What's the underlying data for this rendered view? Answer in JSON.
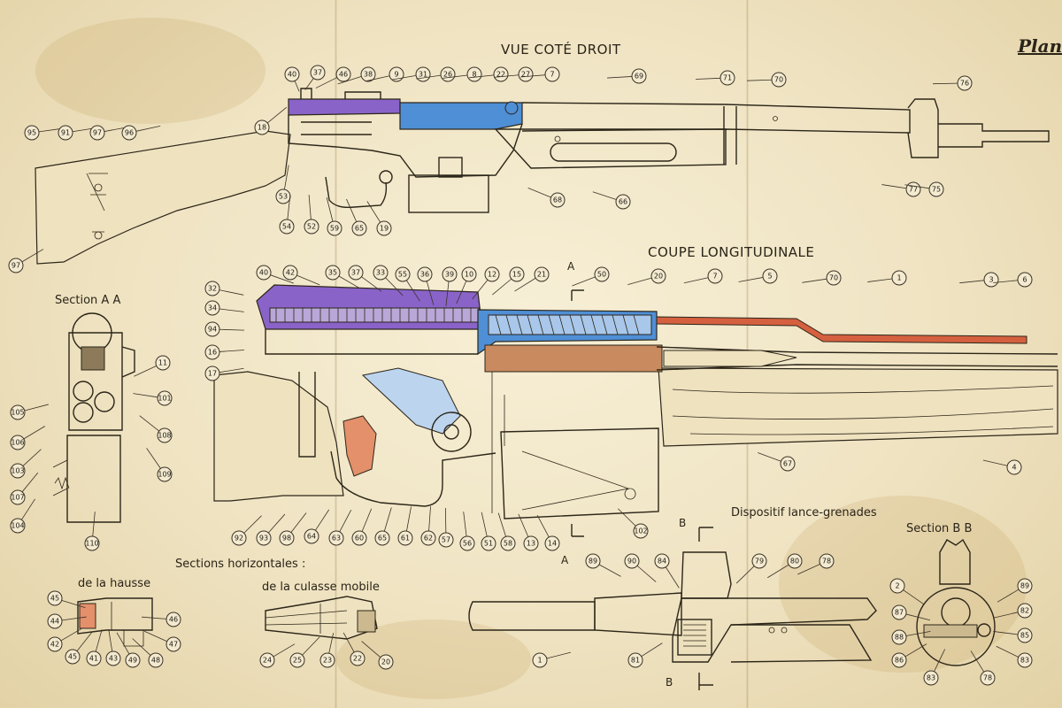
{
  "plate_label": "Planc",
  "titles": {
    "right_side_view": "VUE COTÉ DROIT",
    "longitudinal_section": "COUPE LONGITUDINALE",
    "section_aa": "Section A A",
    "section_bb": "Section B B",
    "horizontal_sections": "Sections horizontales :",
    "rear_sight": "de la hausse",
    "bolt": "de la culasse mobile",
    "grenade_launcher": "Dispositif lance-grenades"
  },
  "section_markers": {
    "a_top": "A",
    "a_bottom": "A",
    "b_top": "B",
    "b_bottom": "B"
  },
  "colors": {
    "paper": "#efe4c4",
    "ink": "#2c2619",
    "purple": "#8a63c9",
    "blue": "#4f8fd6",
    "red": "#d5603f"
  },
  "callouts": {
    "side_view": [
      "40",
      "37",
      "46",
      "38",
      "9",
      "31",
      "26",
      "8",
      "22",
      "27",
      "7",
      "69",
      "71",
      "70",
      "76",
      "18",
      "95",
      "91",
      "97",
      "96",
      "53",
      "54",
      "52",
      "59",
      "65",
      "19",
      "68",
      "66",
      "77",
      "75",
      "97"
    ],
    "long_section": [
      "40",
      "42",
      "35",
      "37",
      "33",
      "55",
      "36",
      "39",
      "10",
      "12",
      "15",
      "21",
      "50",
      "20",
      "7",
      "5",
      "70",
      "1",
      "3",
      "6",
      "32",
      "34",
      "94",
      "16",
      "17",
      "92",
      "93",
      "98",
      "64",
      "63",
      "60",
      "65",
      "61",
      "62",
      "57",
      "56",
      "51",
      "58",
      "13",
      "14",
      "102",
      "67",
      "4"
    ],
    "section_aa": [
      "11",
      "101",
      "105",
      "108",
      "106",
      "109",
      "103",
      "107",
      "104",
      "110"
    ],
    "rear_sight": [
      "45",
      "44",
      "42",
      "45",
      "41",
      "43",
      "49",
      "48",
      "47",
      "46"
    ],
    "bolt": [
      "24",
      "25",
      "23",
      "22",
      "20"
    ],
    "grenade_launcher": [
      "89",
      "90",
      "84",
      "79",
      "80",
      "78",
      "1",
      "81"
    ],
    "section_bb": [
      "2",
      "89",
      "82",
      "87",
      "88",
      "85",
      "86",
      "83",
      "83",
      "78"
    ]
  }
}
